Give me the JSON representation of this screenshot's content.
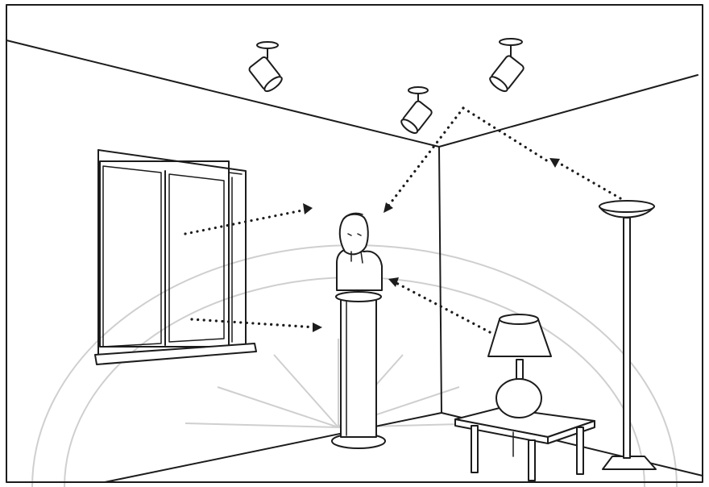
{
  "figure": {
    "subject": "gallery-lighting-illustration",
    "colors": {
      "ink": "#1c1c1c",
      "paper": "#ffffff",
      "watermark": "#cfcfcf"
    },
    "light_sources": [
      "window",
      "ceiling-spotlight-left",
      "ceiling-spotlight-center",
      "ceiling-spotlight-right",
      "table-lamp",
      "floor-lamp"
    ],
    "target": "bust-on-pedestal"
  }
}
